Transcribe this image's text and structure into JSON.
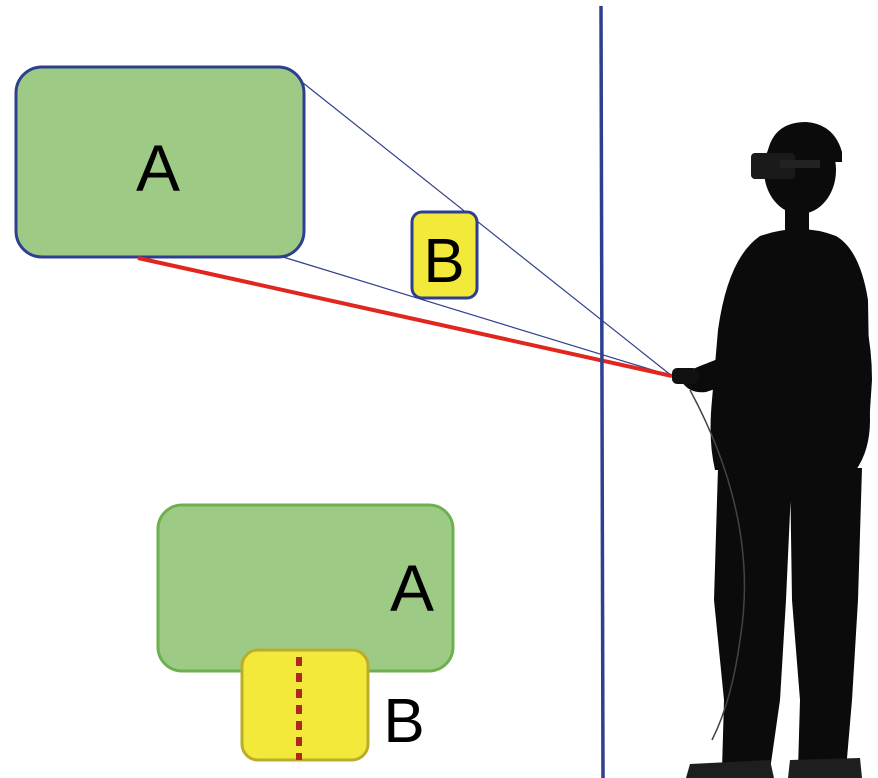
{
  "labels": {
    "top_box_a": "A",
    "top_box_b": "B",
    "bottom_box_a": "A",
    "bottom_b_outside": "B"
  },
  "colors": {
    "green_fill": "#9dcb85",
    "green_border_top": "#2e3f8f",
    "green_border_bottom": "#6db14e",
    "yellow_fill": "#f3e93b",
    "yellow_border_top": "#2e3f8f",
    "yellow_border_bottom": "#b9ad2a",
    "red_ray": "#e0261e",
    "dotted_line": "#b3261e",
    "divider": "#2e3f8f",
    "frustum_lines": "#2e3f8f"
  },
  "icons": {
    "person": "person-with-vr-headset-and-controller-icon"
  }
}
